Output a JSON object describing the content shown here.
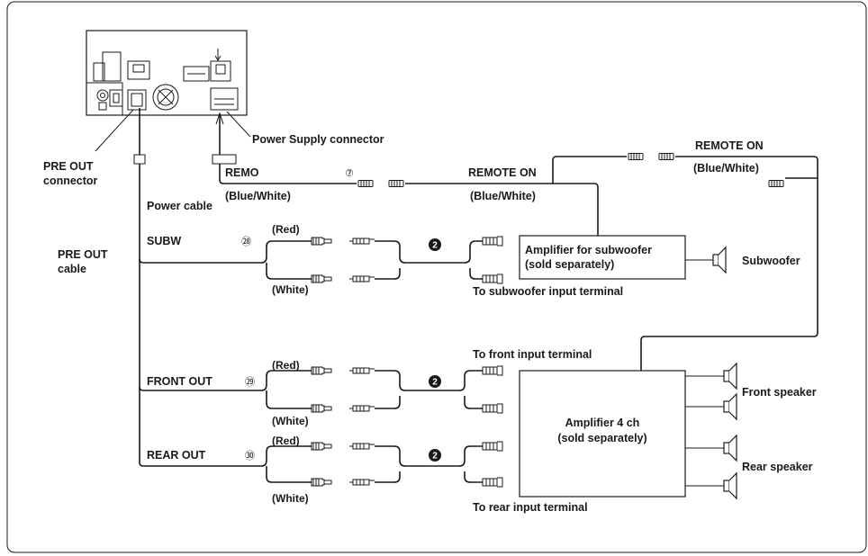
{
  "head_unit": {
    "power_supply_connector": "Power Supply connector",
    "pre_out_connector_line1": "PRE OUT",
    "pre_out_connector_line2": "connector",
    "power_cable": "Power cable",
    "pre_out_cable_line1": "PRE OUT",
    "pre_out_cable_line2": "cable"
  },
  "remote": {
    "remo": "REMO",
    "remo_num": "⑦",
    "remo_color": "(Blue/White)",
    "remote_on_mid": "REMOTE ON",
    "remote_on_mid_color": "(Blue/White)",
    "remote_on_right": "REMOTE ON",
    "remote_on_right_color": "(Blue/White)"
  },
  "subw": {
    "label": "SUBW",
    "num": "㉘",
    "red": "(Red)",
    "white": "(White)",
    "badge": "2",
    "terminal": "To subwoofer input terminal",
    "amp_line1": "Amplifier for subwoofer",
    "amp_line2": "(sold separately)",
    "speaker": "Subwoofer"
  },
  "front": {
    "label": "FRONT OUT",
    "num": "㉙",
    "red": "(Red)",
    "white": "(White)",
    "badge": "2",
    "terminal": "To front input terminal",
    "speaker": "Front speaker"
  },
  "rear": {
    "label": "REAR OUT",
    "num": "㉚",
    "red": "(Red)",
    "white": "(White)",
    "badge": "2",
    "terminal": "To rear input terminal",
    "speaker": "Rear speaker"
  },
  "amp4": {
    "line1": "Amplifier 4 ch",
    "line2": "(sold separately)"
  }
}
